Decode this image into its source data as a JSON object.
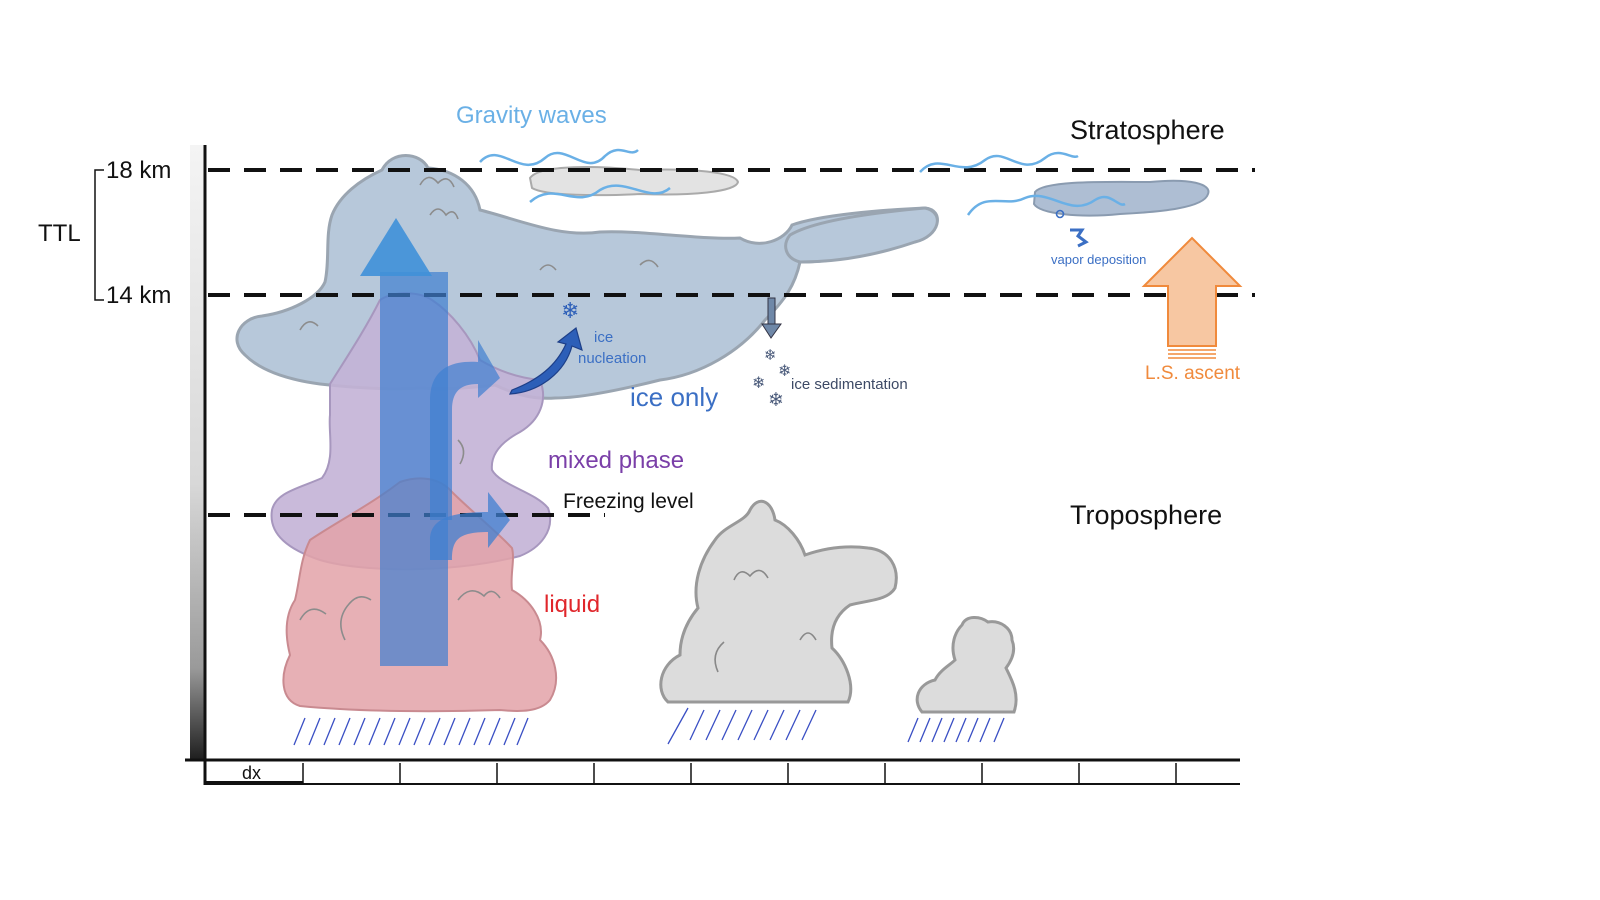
{
  "labels": {
    "gravity_waves": "Gravity waves",
    "stratosphere": "Stratosphere",
    "troposphere": "Troposphere",
    "ttl": "TTL",
    "km18": "18 km",
    "km14": "14 km",
    "ice_nucleation_1": "ice",
    "ice_nucleation_2": "nucleation",
    "ice_only": "ice only",
    "mixed_phase": "mixed phase",
    "freezing_level": "Freezing level",
    "liquid": "liquid",
    "ice_sedimentation": "ice sedimentation",
    "vapor_deposition": "vapor deposition",
    "ls_ascent": "L.S. ascent",
    "dx": "dx"
  },
  "colors": {
    "gravity_waves": "#6ab0e6",
    "ice_cloud": "#b7c8da",
    "mixed_cloud": "#c3b3d6",
    "liquid_cloud": "#e3a2a8",
    "gray_cloud": "#dcdcdc",
    "updraft_arrow": "#3f7fd0",
    "ice_only_text": "#3b6fc4",
    "mixed_phase_text": "#7a3fa8",
    "liquid_text": "#e0262b",
    "ls_ascent": "#f08a3c",
    "ls_ascent_fill": "#f7c7a2",
    "rain": "#3a4fc4"
  },
  "icons": [
    "snowflake-icon",
    "updraft-arrow-icon",
    "ls-ascent-arrow-icon",
    "vapor-deposition-icon"
  ]
}
